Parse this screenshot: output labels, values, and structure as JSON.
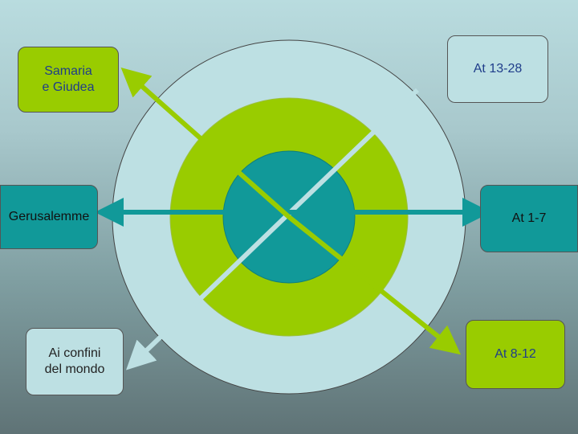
{
  "colors": {
    "outer_ring": "#bde0e3",
    "middle_ring": "#99cc00",
    "inner_circle": "#119999",
    "arrow_green": "#99cc00",
    "arrow_teal": "#119999",
    "arrow_light": "#bde0e3"
  },
  "boxes": {
    "samaria": {
      "label": "Samaria\ne Giudea"
    },
    "gerusalemme": {
      "label": "Gerusalemme"
    },
    "confini": {
      "label": "Ai confini\ndel mondo"
    },
    "at13": {
      "label": "At 13-28"
    },
    "at1": {
      "label": "At 1-7"
    },
    "at8": {
      "label": "At 8-12"
    }
  }
}
